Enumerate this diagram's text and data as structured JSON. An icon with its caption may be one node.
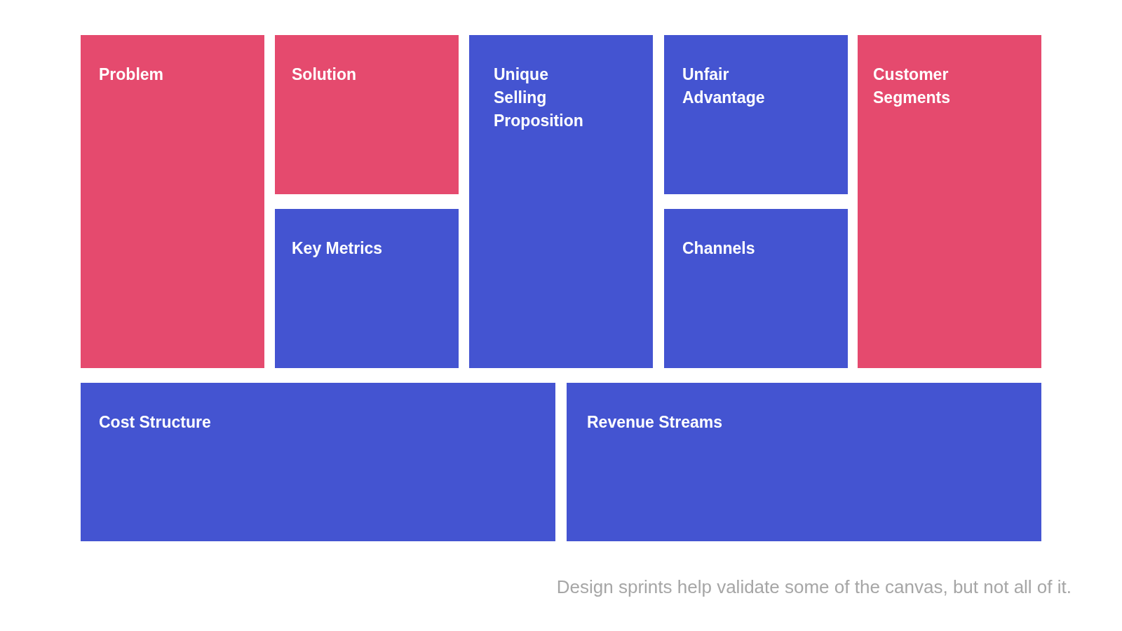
{
  "diagram": {
    "nodes": [
      {
        "text": [
          "Problem"
        ]
      },
      {
        "text": [
          "Solution"
        ]
      },
      {
        "text": [
          "Unique Selling Proposition"
        ]
      },
      {
        "text": [
          "Unfair Advantage"
        ]
      },
      {
        "text": [
          "Customer Segments"
        ]
      },
      {
        "text": [
          "Key Metrics"
        ]
      },
      {
        "text": [
          "Channels"
        ]
      },
      {
        "text": [
          "Cost Structure"
        ]
      },
      {
        "text": [
          "Revenue Streams"
        ]
      }
    ],
    "caption": "Design sprints help validate some of the canvas, but not all of it."
  }
}
